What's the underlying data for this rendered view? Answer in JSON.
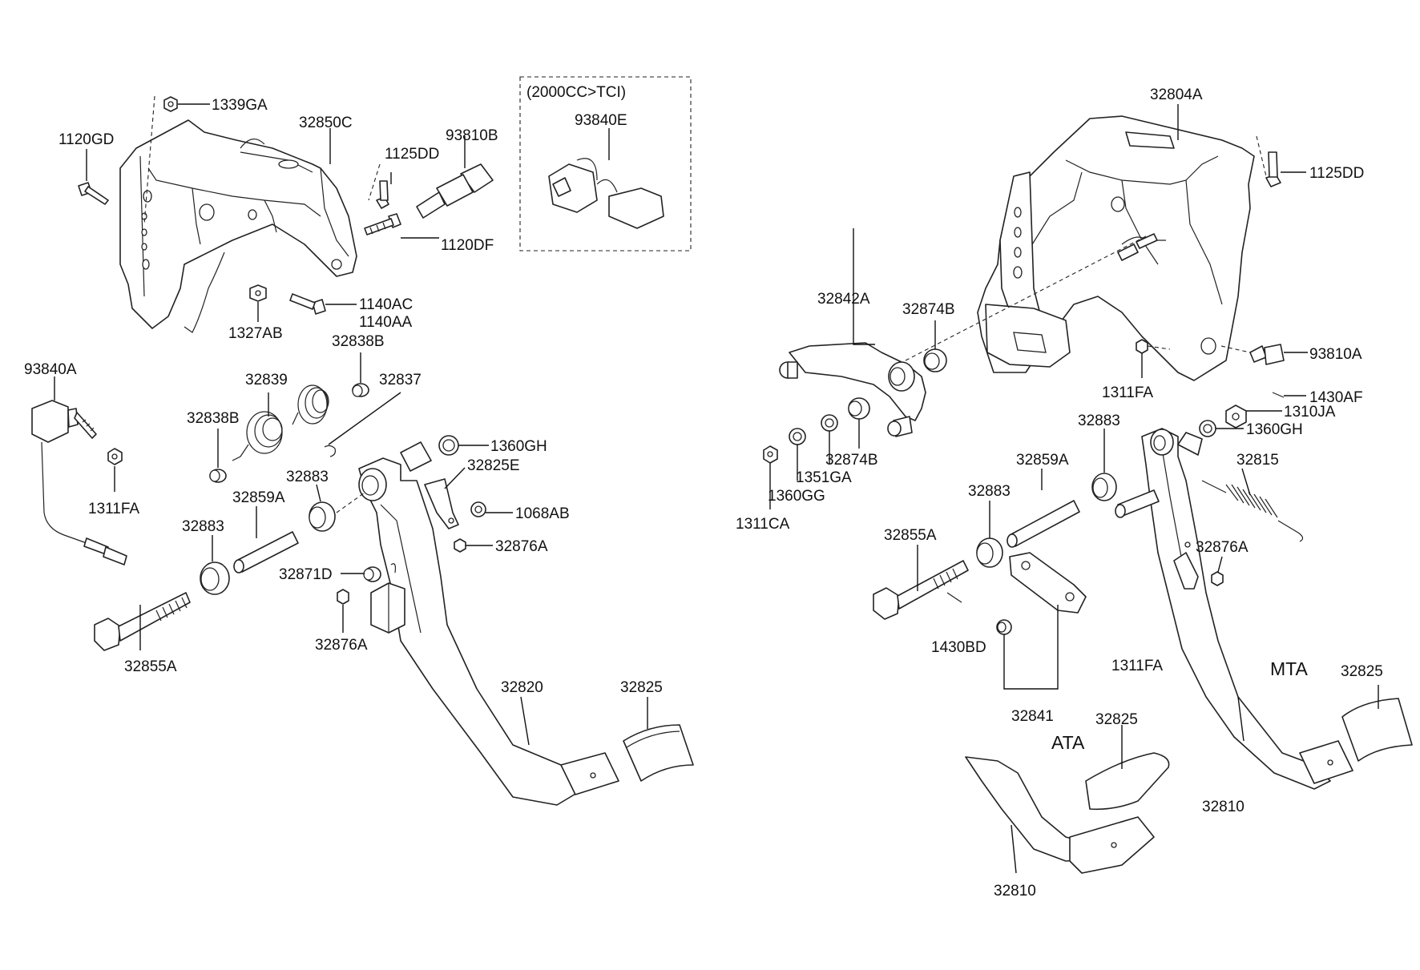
{
  "labels": {
    "l1339GA": "1339GA",
    "l32850C": "32850C",
    "l1120GD": "1120GD",
    "l1125DD_a": "1125DD",
    "l93810B": "93810B",
    "l1120DF": "1120DF",
    "l1327AB": "1327AB",
    "l1140AC": "1140AC",
    "l1140AA": "1140AA",
    "l93840A": "93840A",
    "l1311FA_a": "1311FA",
    "l32838B_top": "32838B",
    "l32839": "32839",
    "l32837": "32837",
    "l32838B_left": "32838B",
    "l1360GH_a": "1360GH",
    "l32825E": "32825E",
    "l32883_a": "32883",
    "l32859A_a": "32859A",
    "l32883_b": "32883",
    "l1068AB": "1068AB",
    "l32876A_a": "32876A",
    "l32871D": "32871D",
    "l32876A_b": "32876A",
    "l32855A_a": "32855A",
    "l32820": "32820",
    "l32825_a": "32825",
    "inset_title": "(2000CC>TCI)",
    "l93840E": "93840E",
    "l32804A": "32804A",
    "l1125DD_b": "1125DD",
    "l32842A": "32842A",
    "l32874B_top": "32874B",
    "l93810A": "93810A",
    "l1311FA_b": "1311FA",
    "l1430AF": "1430AF",
    "l1310JA": "1310JA",
    "l1360GH_b": "1360GH",
    "l32874B_bot": "32874B",
    "l1351GA": "1351GA",
    "l1360GG": "1360GG",
    "l1311CA": "1311CA",
    "l32883_c": "32883",
    "l32859A_b": "32859A",
    "l32815": "32815",
    "l32883_d": "32883",
    "l32855A_b": "32855A",
    "l32876A_c": "32876A",
    "l1430BD": "1430BD",
    "l1311FA_c": "1311FA",
    "lMTA": "MTA",
    "l32825_b": "32825",
    "l32841": "32841",
    "lATA": "ATA",
    "l32825_c": "32825",
    "l32810_a": "32810",
    "l32810_b": "32810"
  }
}
